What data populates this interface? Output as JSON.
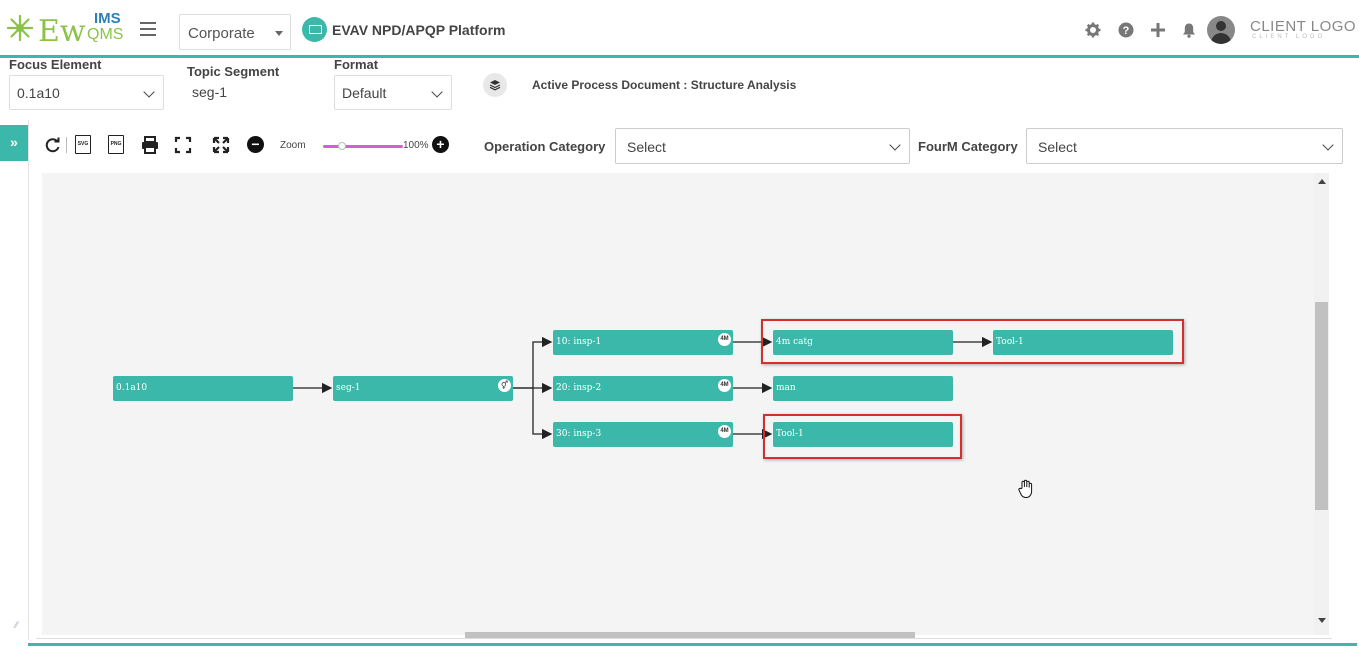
{
  "header": {
    "logo": {
      "main": "Ew",
      "ims": "IMS",
      "qms": "QMS"
    },
    "org_select": "Corporate",
    "platform_title": "EVAV NPD/APQP Platform",
    "client_logo": "CLIENT LOGO",
    "client_logo_sub": "CLIENT LOGO",
    "icons": [
      "gear-icon",
      "help-icon",
      "plus-icon",
      "bell-icon",
      "user-avatar"
    ]
  },
  "filters": {
    "focus_element": {
      "label": "Focus Element",
      "value": "0.1a10"
    },
    "topic_segment": {
      "label": "Topic Segment",
      "value": "seg-1"
    },
    "format": {
      "label": "Format",
      "value": "Default"
    },
    "active_doc": "Active Process Document : Structure Analysis"
  },
  "sidebar": {
    "toggle_label": "»"
  },
  "toolbar": {
    "svg_label": "SVG",
    "png_label": "PNG",
    "zoom_label": "Zoom",
    "zoom_value": "100%",
    "zoom_minus": "−",
    "zoom_plus": "+",
    "operation_category": {
      "label": "Operation Category",
      "value": "Select"
    },
    "fourm_category": {
      "label": "FourM Category",
      "value": "Select"
    }
  },
  "diagram": {
    "nodes": {
      "root": "0.1a10",
      "seg": "seg-1",
      "op1": "10: insp-1",
      "op2": "20: insp-2",
      "op3": "30: insp-3",
      "cat1": "4m catg",
      "tool1a": "Tool-1",
      "man": "man",
      "tool1b": "Tool-1"
    },
    "badge_4m": "4M",
    "badge_gender": "⚥"
  },
  "colors": {
    "accent": "#3bb8aa",
    "highlight": "#d32f2f",
    "zoom_track": "#d45fd4"
  }
}
